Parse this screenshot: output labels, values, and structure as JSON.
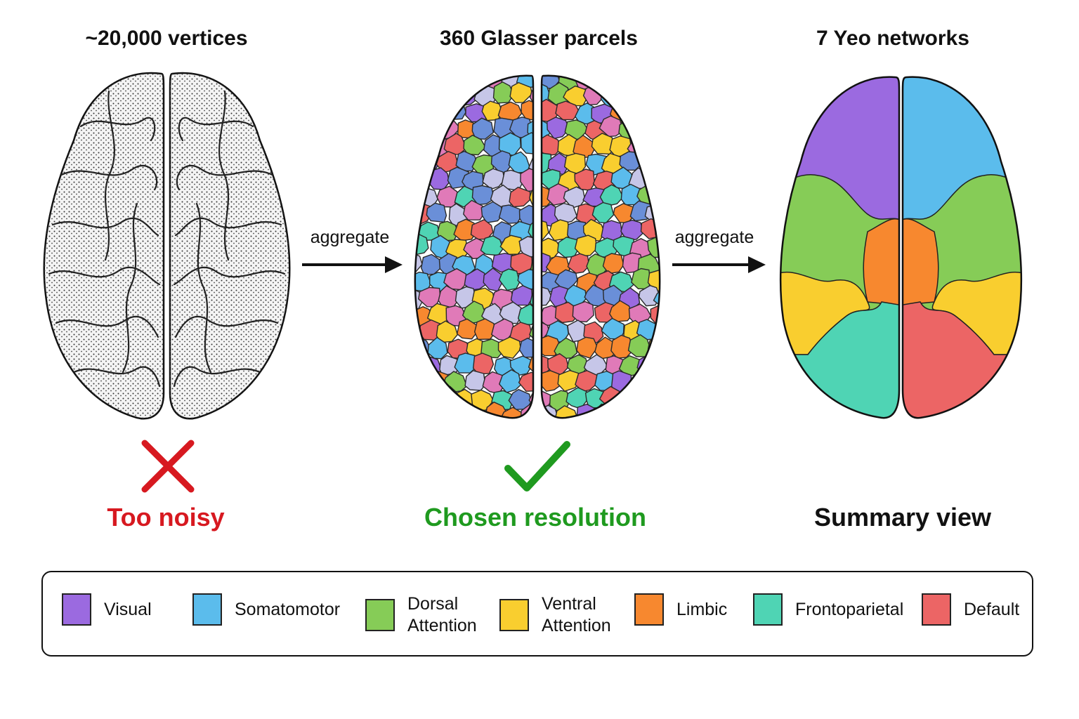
{
  "panels": [
    {
      "title": "~20,000 vertices",
      "caption": "Too noisy",
      "status": "rejected"
    },
    {
      "title": "360 Glasser parcels",
      "caption": "Chosen resolution",
      "status": "chosen"
    },
    {
      "title": "7 Yeo networks",
      "caption": "Summary view",
      "status": "none"
    }
  ],
  "arrows": [
    {
      "label": "aggregate"
    },
    {
      "label": "aggregate"
    }
  ],
  "legend": [
    {
      "name": "Visual",
      "lines": [
        "Visual"
      ],
      "color": "#9b6ae0"
    },
    {
      "name": "Somatomotor",
      "lines": [
        "Somatomotor"
      ],
      "color": "#5bbcec"
    },
    {
      "name": "Dorsal Attention",
      "lines": [
        "Dorsal",
        "Attention"
      ],
      "color": "#86cc57"
    },
    {
      "name": "Ventral Attention",
      "lines": [
        "Ventral",
        "Attention"
      ],
      "color": "#f9ce2f"
    },
    {
      "name": "Limbic",
      "lines": [
        "Limbic"
      ],
      "color": "#f7882f"
    },
    {
      "name": "Frontoparietal",
      "lines": [
        "Frontoparietal"
      ],
      "color": "#4fd4b4"
    },
    {
      "name": "Default",
      "lines": [
        "Default"
      ],
      "color": "#ec6565"
    }
  ],
  "colors": {
    "rejected": "#d71920",
    "chosen": "#1f9a1f",
    "outline": "#111111",
    "parcel_palette": [
      "#9b6ae0",
      "#5bbcec",
      "#86cc57",
      "#f9ce2f",
      "#f7882f",
      "#4fd4b4",
      "#ec6565",
      "#e07ab8",
      "#c6c6e8",
      "#6a8fd8"
    ]
  },
  "icons": {
    "rejected": "x-mark-icon",
    "chosen": "check-mark-icon",
    "arrow": "right-arrow-icon"
  }
}
